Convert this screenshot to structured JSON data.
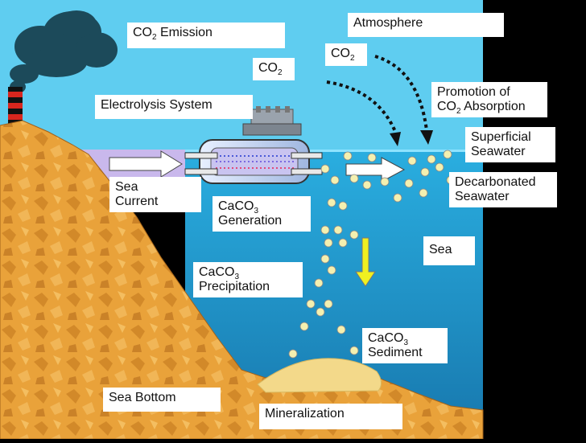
{
  "labels": {
    "co2_emission": {
      "pre": "CO",
      "sub": "2",
      "post": " Emission"
    },
    "atmosphere": "Atmosphere",
    "co2_a": {
      "pre": "CO",
      "sub": "2",
      "post": ""
    },
    "co2_b": {
      "pre": "CO",
      "sub": "2",
      "post": ""
    },
    "electrolysis": "Electrolysis System",
    "promotion_line1": "Promotion of",
    "promotion_line2": {
      "pre": "CO",
      "sub": "2",
      "post": " Absorption"
    },
    "superficial": "Superficial\nSeawater",
    "decarbonated": "Decarbonated\nSeawater",
    "sea_current": "Sea\nCurrent",
    "caco3_generation": {
      "pre": "CaCO",
      "sub": "3",
      "post": "",
      "line2": "Generation"
    },
    "sea": "Sea",
    "caco3_precipitation": {
      "pre": "CaCO",
      "sub": "3",
      "post": "",
      "line2": "Precipitation"
    },
    "caco3_sediment": {
      "pre": "CaCO",
      "sub": "3",
      "post": "",
      "line2": "Sediment"
    },
    "sea_bottom": "Sea Bottom",
    "mineralization": "Mineralization"
  },
  "colors": {
    "sky": "#5fcdf0",
    "sea": "#1fa2d6",
    "sea_deep": "#1a7fb5",
    "purple_band": "#c9b8ec",
    "rock": "#e9a23a",
    "sediment": "#f3d98a",
    "particle": "#f4f0b0",
    "smoke": "#1c4a5a",
    "arrow_yellow": "#f0f020"
  }
}
